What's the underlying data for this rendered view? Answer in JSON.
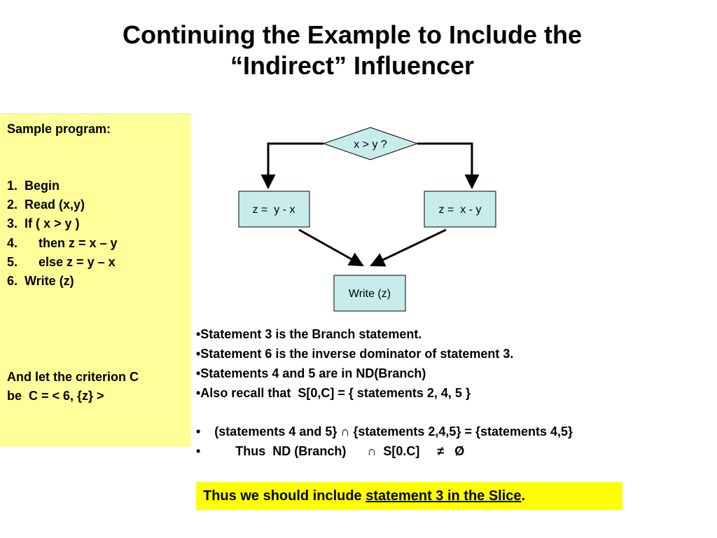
{
  "title": {
    "line1": "Continuing the Example to Include the",
    "line2": "“Indirect” Influencer"
  },
  "sample": {
    "heading": "Sample program:",
    "lines": [
      "1.  Begin",
      "2.  Read (x,y)",
      "3.  If ( x > y )",
      "4.      then z = x – y",
      "5.      else z = y – x",
      "6.  Write (z)"
    ],
    "criterion_line1": "And let the criterion C",
    "criterion_line2": "be  C = < 6, {z} >"
  },
  "flowchart": {
    "decision": "x > y ?",
    "left_box": "z =  y - x",
    "right_box": "z =  x - y",
    "output_box": "Write (z)",
    "box_fill": "#c8ecec",
    "stroke": "#000000"
  },
  "notes": [
    "•Statement 3 is the Branch statement.",
    "•Statement 6 is the inverse dominator of statement 3.",
    "•Statements 4 and 5 are in ND(Branch)",
    "•Also recall that  S[0,C] = { statements 2, 4, 5 }",
    "",
    "•    (statements 4 and 5} ∩ {statements 2,4,5} = {statements 4,5}",
    "•          Thus  ND (Branch)      ∩  S[0.C]     ≠   Ø"
  ],
  "conclusion": {
    "prefix": "Thus we should include ",
    "highlight": "statement 3 in the Slice",
    "suffix": "."
  },
  "colors": {
    "panel": "#ffff99",
    "conclusion": "#ffff00"
  }
}
